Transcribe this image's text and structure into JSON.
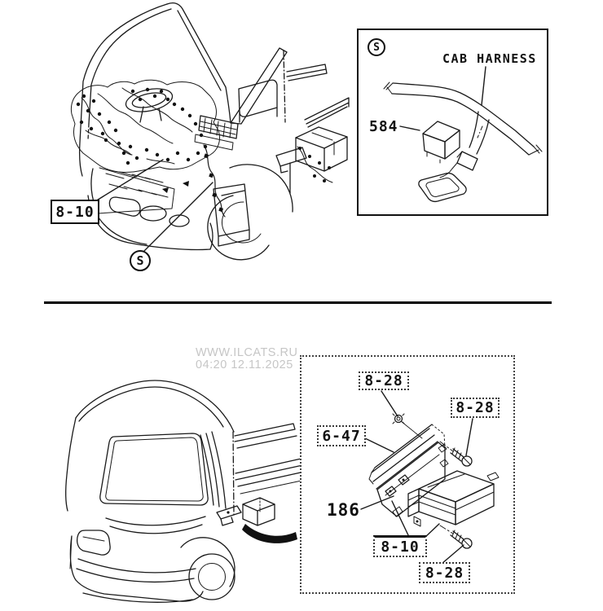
{
  "colors": {
    "line": "#1a1a1a",
    "watermark": "#c6c6c6",
    "background": "#ffffff"
  },
  "watermark": {
    "site": "WWW.ILCATS.RU",
    "timestamp": "04:20 12.11.2025"
  },
  "top_view": {
    "ref_label": "8-10",
    "view_marker": "S"
  },
  "top_detail_box": {
    "marker": "S",
    "title": "CAB HARNESS",
    "part_number": "584"
  },
  "bottom_detail_box": {
    "label_top_bolt": "8-28",
    "label_right_bolt": "8-28",
    "label_bracket": "6-47",
    "label_clip": "186",
    "label_ecu": "8-10",
    "label_bottom_bolt": "8-28"
  }
}
